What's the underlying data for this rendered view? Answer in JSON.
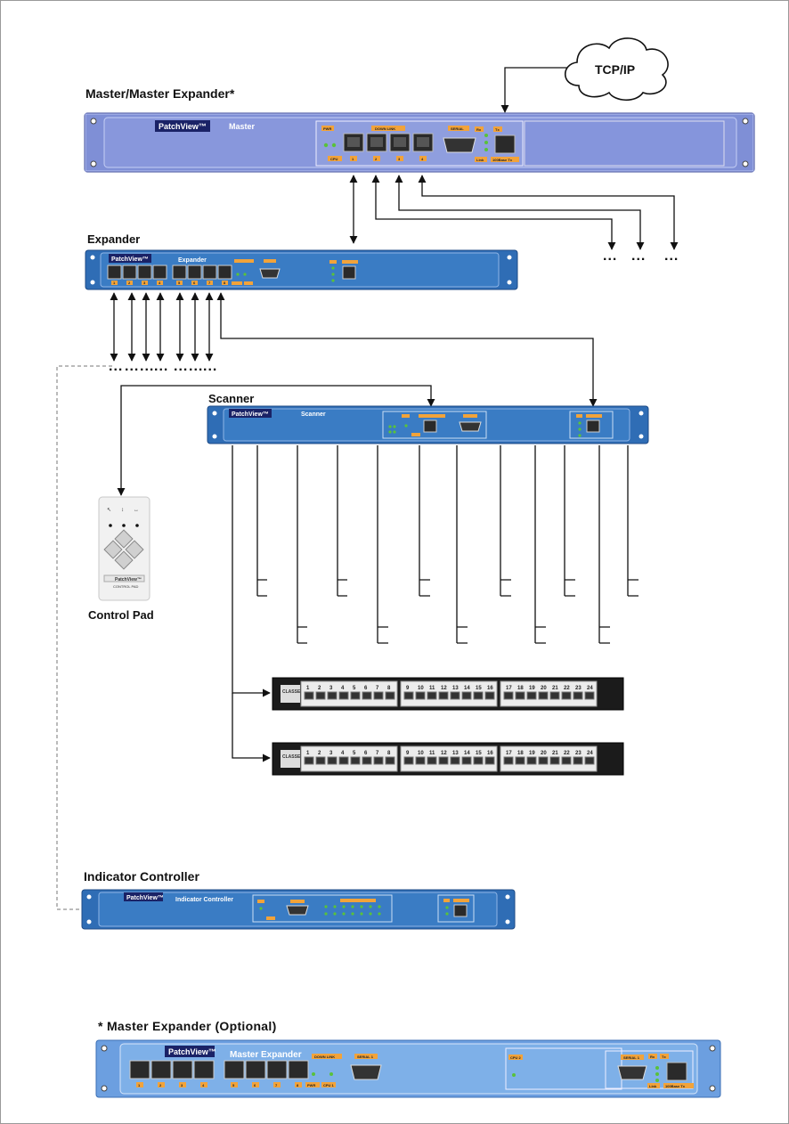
{
  "titles": {
    "master": "Master/Master Expander*",
    "expander": "Expander",
    "scanner": "Scanner",
    "control_pad": "Control Pad",
    "indicator_controller": "Indicator Controller",
    "master_expander_optional": "* Master Expander (Optional)"
  },
  "network": {
    "cloud_label": "TCP/IP"
  },
  "brand": {
    "logo": "PatchView™"
  },
  "devices": {
    "master": {
      "name": "Master",
      "labels": {
        "pwr": "PWR",
        "cpu": "CPU",
        "down_link": "DOWN LINK",
        "serial": "SERIAL",
        "rx": "Rx",
        "tx": "Tx",
        "link": "Link",
        "speed": "100Base Tx"
      },
      "port_numbers": [
        "1",
        "2",
        "3",
        "4"
      ]
    },
    "expander": {
      "name": "Expander",
      "port_numbers": [
        "1",
        "2",
        "3",
        "4",
        "5",
        "6",
        "7",
        "8"
      ]
    },
    "scanner": {
      "name": "Scanner"
    },
    "indicator_controller": {
      "name": "Indicator Controller"
    },
    "master_expander": {
      "name": "Master Expander",
      "labels": {
        "down_link": "DOWN LINK",
        "serial_1": "SERIAL 1",
        "pwr": "PWR",
        "cpu_1": "CPU 1",
        "cpu_2": "CPU 2",
        "serial_2": "SERIAL 1",
        "rx": "Rx",
        "tx": "Tx",
        "link": "Link",
        "speed": "100Base Tx"
      },
      "port_numbers": [
        "1",
        "2",
        "3",
        "4",
        "5",
        "6",
        "7",
        "8"
      ]
    }
  },
  "control_pad": {
    "brand_line": "PatchView™",
    "caption": "CONTROL PAD"
  },
  "patch_panel": {
    "port_numbers": [
      "1",
      "2",
      "3",
      "4",
      "5",
      "6",
      "7",
      "8",
      "9",
      "10",
      "11",
      "12",
      "13",
      "14",
      "15",
      "16",
      "17",
      "18",
      "19",
      "20",
      "21",
      "22",
      "23",
      "24"
    ],
    "cat_label": "CLASSE"
  },
  "continuation_marks": "...",
  "colors": {
    "rack_blue": "#2f6db5",
    "rack_light": "#6d9ee0",
    "me_blue": "#7eb0e8",
    "accent_orange": "#f2a33a",
    "led_green": "#59c23a"
  }
}
